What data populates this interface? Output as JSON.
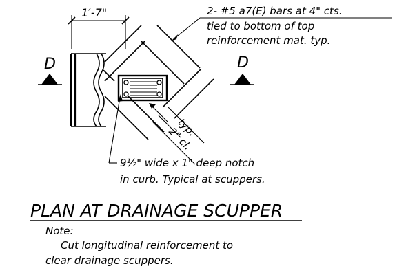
{
  "dimension_label": "1′-7\"",
  "bar_callout": {
    "line1": "2- #5 a7(E) bars at 4\" cts.",
    "line2": "tied to bottom of top",
    "line3": "reinforcement mat. typ."
  },
  "section_markers": {
    "left": "D",
    "right": "D"
  },
  "clearance": {
    "value": "2\" cl.",
    "typ": "typ."
  },
  "notch_callout": {
    "line1": "9½\" wide x 1\" deep notch",
    "line2": "in curb. Typical at scuppers."
  },
  "title": "PLAN AT DRAINAGE SCUPPER",
  "note": {
    "label": "Note:",
    "line1": "Cut longitudinal reinforcement to",
    "line2": "clear drainage scuppers."
  }
}
